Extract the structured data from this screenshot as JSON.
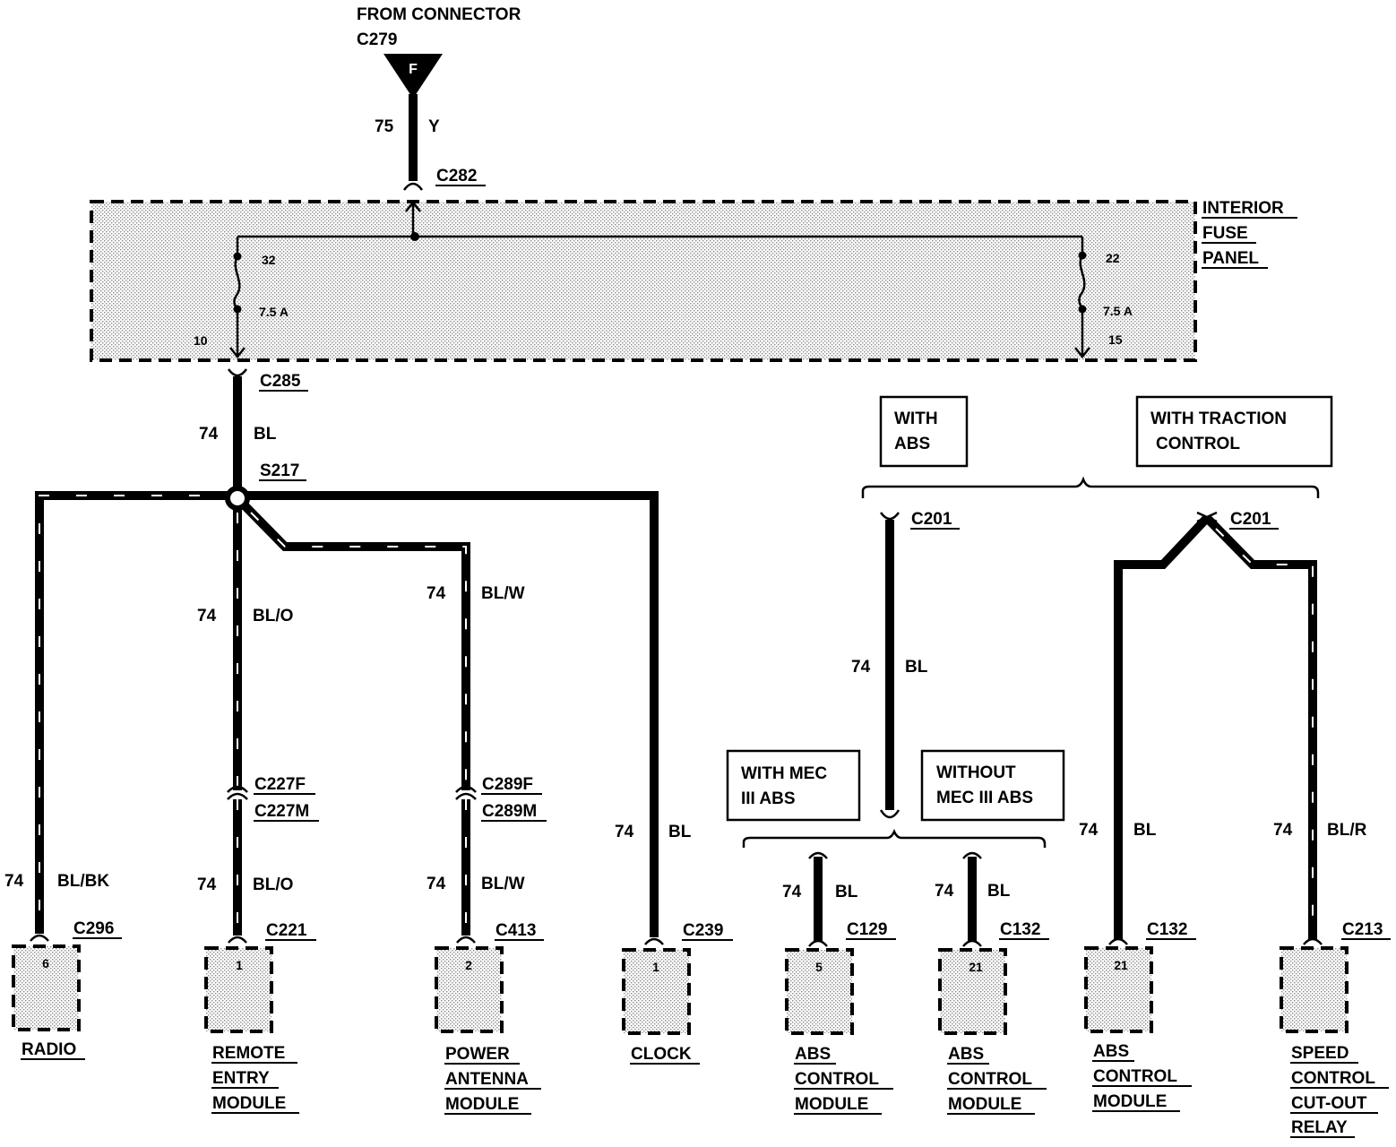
{
  "source": {
    "line1": "FROM CONNECTOR",
    "line2": "C279",
    "pin": "F",
    "circuit": "75",
    "color": "Y"
  },
  "fuse_panel": {
    "connector": "C282",
    "label": [
      "INTERIOR",
      "FUSE",
      "PANEL"
    ],
    "left_fuse": {
      "number": "32",
      "rating": "7.5 A",
      "pin": "10"
    },
    "right_fuse": {
      "number": "22",
      "rating": "7.5 A",
      "pin": "15"
    }
  },
  "feed": {
    "connector": "C285",
    "circuit": "74",
    "color": "BL",
    "splice": "S217"
  },
  "radio": {
    "circuit": "74",
    "color": "BL/BK",
    "connector": "C296",
    "pin": "6",
    "name": [
      "RADIO"
    ]
  },
  "remote_entry": {
    "circuit_a": "74",
    "color_a": "BL/O",
    "inline_f": "C227F",
    "inline_m": "C227M",
    "circuit_b": "74",
    "color_b": "BL/O",
    "connector": "C221",
    "pin": "1",
    "name": [
      "REMOTE",
      "ENTRY",
      "MODULE"
    ]
  },
  "power_antenna": {
    "circuit_a": "74",
    "color_a": "BL/W",
    "inline_f": "C289F",
    "inline_m": "C289M",
    "circuit_b": "74",
    "color_b": "BL/W",
    "connector": "C413",
    "pin": "2",
    "name": [
      "POWER",
      "ANTENNA",
      "MODULE"
    ]
  },
  "clock": {
    "circuit": "74",
    "color": "BL",
    "connector": "C239",
    "pin": "1",
    "name": [
      "CLOCK"
    ]
  },
  "abs_option": {
    "label": [
      "WITH",
      "ABS"
    ],
    "connector": "C201",
    "circuit": "74",
    "color": "BL",
    "with_mec": [
      "WITH MEC",
      "III ABS"
    ],
    "without_mec": [
      "WITHOUT",
      "MEC III ABS"
    ],
    "abs1": {
      "circuit": "74",
      "color": "BL",
      "connector": "C129",
      "pin": "5",
      "name": [
        "ABS",
        "CONTROL",
        "MODULE"
      ]
    },
    "abs2": {
      "circuit": "74",
      "color": "BL",
      "connector": "C132",
      "pin": "21",
      "name": [
        "ABS",
        "CONTROL",
        "MODULE"
      ]
    }
  },
  "traction_option": {
    "label": [
      "WITH TRACTION",
      "CONTROL"
    ],
    "connector": "C201",
    "abs3": {
      "circuit": "74",
      "color": "BL",
      "connector": "C132",
      "pin": "21",
      "name": [
        "ABS",
        "CONTROL",
        "MODULE"
      ]
    },
    "speed": {
      "circuit": "74",
      "color": "BL/R",
      "connector": "C213",
      "pin": "",
      "name": [
        "SPEED",
        "CONTROL",
        "CUT-OUT",
        "RELAY"
      ]
    }
  }
}
